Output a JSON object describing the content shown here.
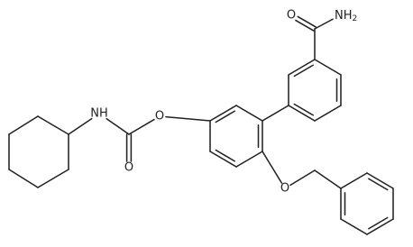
{
  "molecule": {
    "atoms": {
      "carbonyl_o": "O",
      "amide_n": "NH",
      "amide_h2": "2",
      "carbamate_nh": "NH",
      "carbamate_o_double": "O",
      "ester_o": "O",
      "ether_o": "O"
    }
  }
}
